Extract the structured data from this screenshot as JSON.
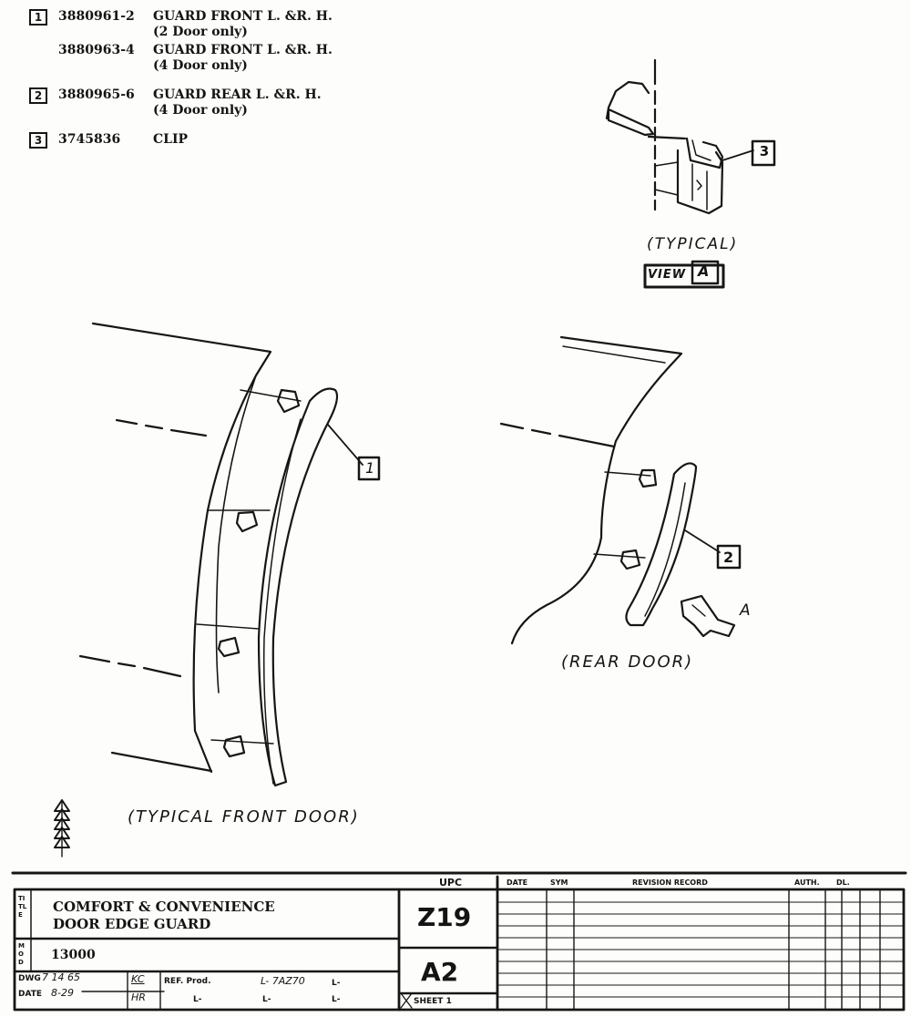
{
  "parts_list": [
    {
      "ref": "1",
      "lines": [
        {
          "part": "3880961-2",
          "desc": "GUARD FRONT L. &R. H."
        },
        {
          "part": "",
          "desc": "(2 Door only)"
        },
        {
          "part": "3880963-4",
          "desc": "GUARD FRONT L. &R. H."
        },
        {
          "part": "",
          "desc": "(4 Door only)"
        }
      ]
    },
    {
      "ref": "2",
      "lines": [
        {
          "part": "3880965-6",
          "desc": "GUARD REAR L. &R. H."
        },
        {
          "part": "",
          "desc": "(4 Door only)"
        }
      ]
    },
    {
      "ref": "3",
      "lines": [
        {
          "part": "3745836",
          "desc": "CLIP"
        }
      ]
    }
  ],
  "callouts": {
    "clip": "3",
    "front_guard": "1",
    "rear_guard": "2",
    "view_letter": "A"
  },
  "labels": {
    "typical": "(TYPICAL)",
    "view": "VIEW",
    "view_letter": "A",
    "rear_door": "(REAR DOOR)",
    "front_door": "(TYPICAL FRONT DOOR)"
  },
  "title_block": {
    "upc_header": "UPC",
    "title_line1": "COMFORT & CONVENIENCE",
    "title_line2": "DOOR EDGE GUARD",
    "model": "13000",
    "upc_code": "Z19",
    "sheet_code": "A2",
    "sheet_label": "SHEET 1",
    "dwg_label": "DWG",
    "dwg_value": "7 14 65",
    "date_label": "DATE",
    "date_value": "8-29",
    "initials1": "KC",
    "initials2": "HR",
    "ref_label": "REF. Prod.",
    "ref_value": "L-",
    "l_code": "L- 7AZ70",
    "l_code2": "L-",
    "l_code3": "L-",
    "l_code4": "L-",
    "rev_headers": [
      "DATE",
      "SYM",
      "REVISION RECORD",
      "AUTH.",
      "DL."
    ],
    "side_title": "TITLE",
    "side_model": "MOD"
  }
}
